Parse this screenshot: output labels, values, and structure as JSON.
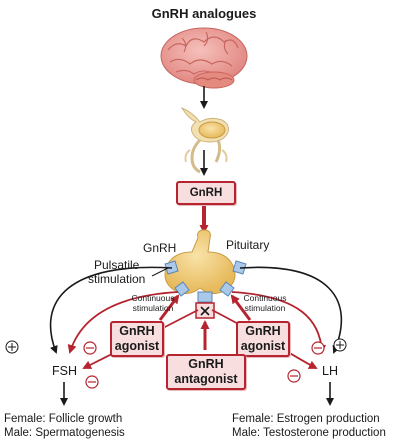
{
  "title": "GnRH analogues",
  "gnrh_box": "GnRH",
  "pituitary_label": "Pituitary",
  "gnrh_small_label": "GnRH",
  "pulsatile": [
    "Pulsatile",
    "stimulation"
  ],
  "continuous_left": [
    "Continuous",
    "stimulation"
  ],
  "continuous_right": [
    "Continuous",
    "stimulation"
  ],
  "agonist_left": [
    "GnRH",
    "agonist"
  ],
  "agonist_right": [
    "GnRH",
    "agonist"
  ],
  "antagonist": [
    "GnRH",
    "antagonist"
  ],
  "fsh": "FSH",
  "lh": "LH",
  "female_fsh": "Female: Follicle growth",
  "male_fsh": "Male: Spermatogenesis",
  "female_lh": "Female: Estrogen production",
  "male_lh": "Male: Testosterone production",
  "colors": {
    "accent": "#b5242f",
    "box_fill": "#f8dede",
    "receptor": "#a9c8ea",
    "pituitary": "#f0cf86"
  },
  "icons": [
    "brain-icon",
    "hypothalamus-icon",
    "pituitary-gland-icon",
    "receptor-block-icon",
    "plus-sign-icon",
    "minus-sign-icon"
  ]
}
